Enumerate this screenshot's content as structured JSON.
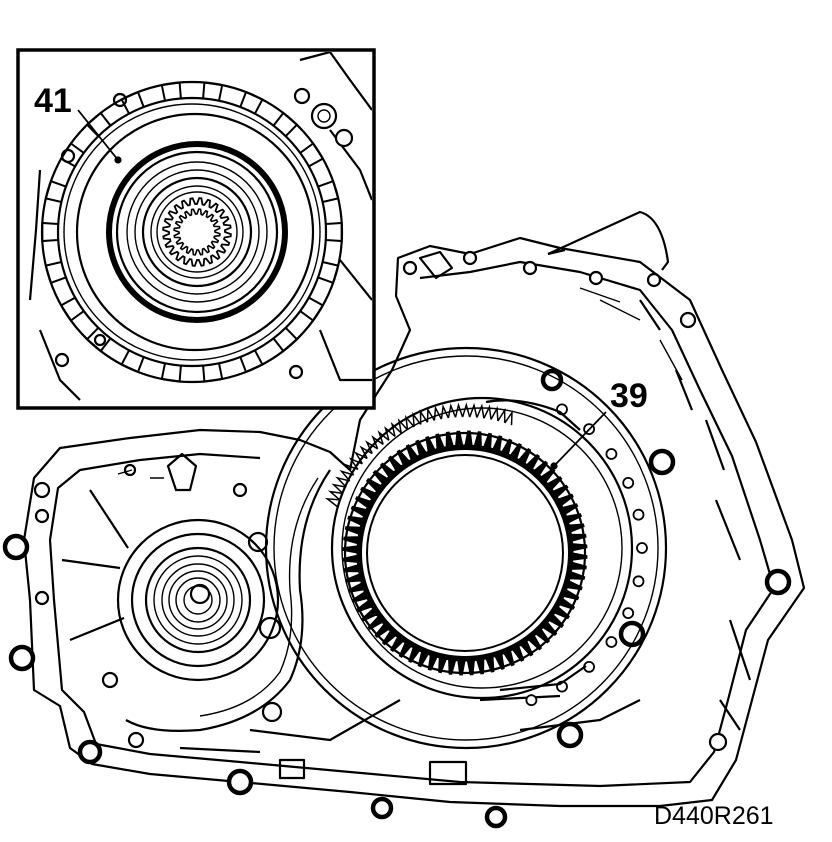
{
  "labels": {
    "inset_part": "41",
    "main_part": "39",
    "drawing_code": "D440R261"
  }
}
